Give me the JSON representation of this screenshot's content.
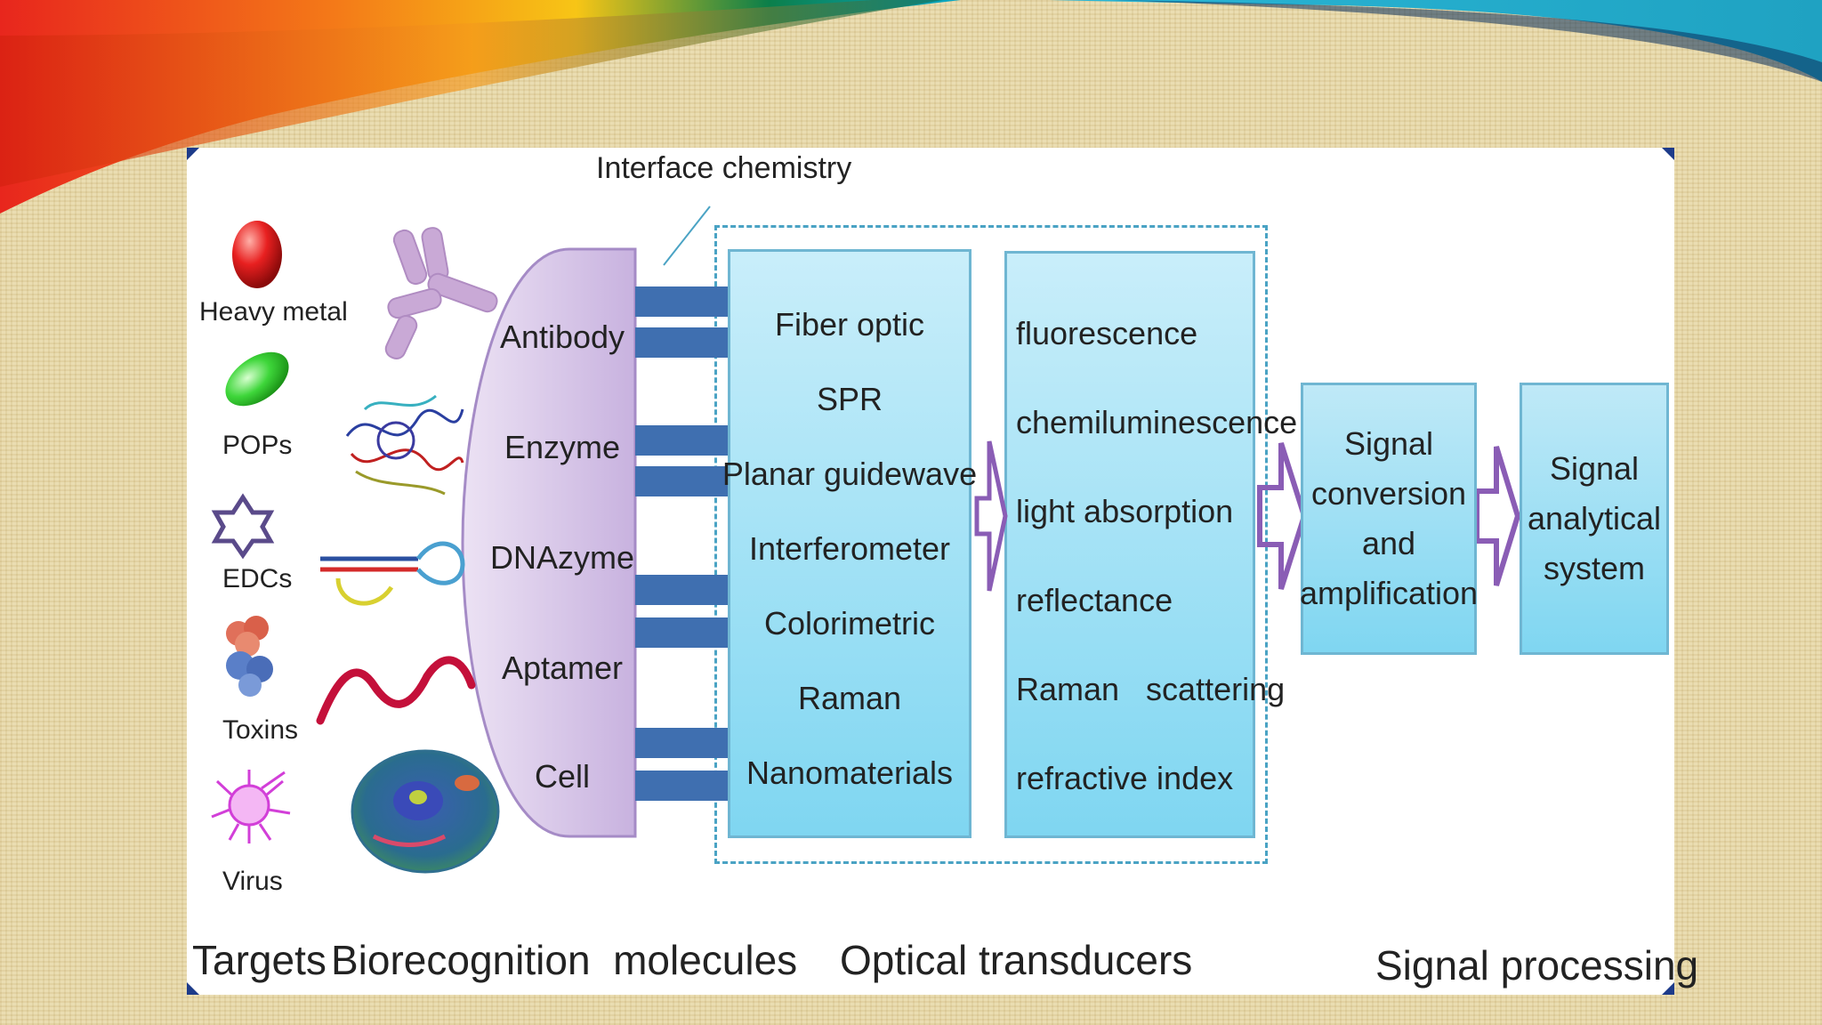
{
  "diagram": {
    "interface_label": "Interface chemistry",
    "targets": [
      {
        "label": "Heavy metal",
        "icon": "red-sphere-icon"
      },
      {
        "label": "POPs",
        "icon": "green-ellipse-icon"
      },
      {
        "label": "EDCs",
        "icon": "star-outline-icon"
      },
      {
        "label": "Toxins",
        "icon": "toxin-protein-icon"
      },
      {
        "label": "Virus",
        "icon": "virus-icon"
      }
    ],
    "biorecognition": [
      "Antibody",
      "Enzyme",
      "DNAzyme",
      "Aptamer",
      "Cell"
    ],
    "transducer_platforms": [
      "Fiber optic",
      "SPR",
      "Planar guidewave",
      "Interferometer",
      "Colorimetric",
      "Raman",
      "Nanomaterials"
    ],
    "detection_modes": [
      "fluorescence",
      "chemiluminescence",
      "light absorption",
      "reflectance",
      "Raman   scattering",
      "refractive index"
    ],
    "signal_conversion": [
      "Signal",
      "conversion",
      "and",
      "amplification"
    ],
    "signal_system": [
      "Signal",
      "analytical",
      "system"
    ],
    "footer": {
      "targets": "Targets",
      "biorecognition": "Biorecognition  molecules",
      "optical": "Optical transducers",
      "signal": "Signal processing"
    },
    "colors": {
      "box_fill": "#7fd6f1",
      "lavender": "#d9c6ea",
      "connector": "#3f6fb0",
      "arrow": "#8a5db5"
    }
  }
}
